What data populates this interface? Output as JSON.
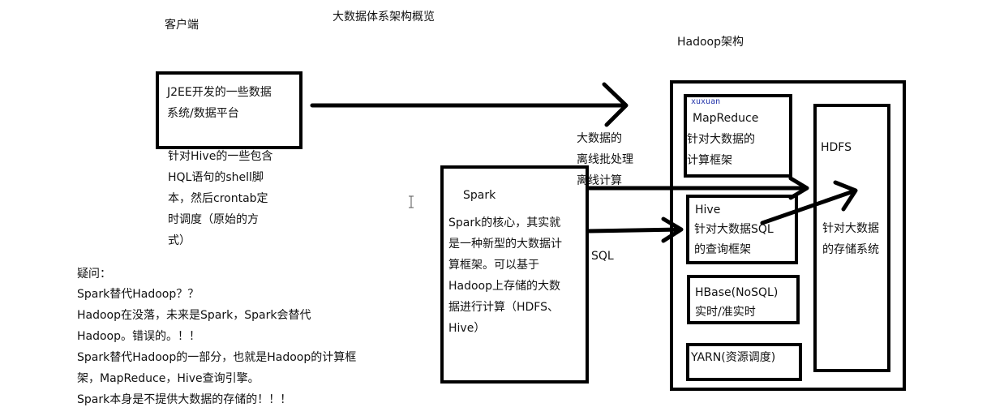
{
  "title": "大数据体系架构概览",
  "client_label": "客户端",
  "hadoop_label": "Hadoop架构",
  "client_box": [
    "J2EE开发的一些数据",
    "系统/数据平台"
  ],
  "hive_note": [
    "针对Hive的一些包含",
    "HQL语句的shell脚",
    "本，然后crontab定",
    "时调度（原始的方",
    "式）"
  ],
  "spark": {
    "title": "Spark",
    "lines": [
      "Spark的核心，其实就",
      "是一种新型的大数据计",
      "算框架。可以基于",
      "Hadoop上存储的大数",
      "据进行计算（HDFS、",
      "Hive）"
    ]
  },
  "offline_label": [
    "大数据的",
    "离线批处理",
    "离线计算"
  ],
  "sql_label": "SQL",
  "mapreduce": {
    "title": "MapReduce",
    "lines": [
      "针对大数据的",
      "计算框架"
    ]
  },
  "cursor_tag": "xuxuan",
  "hive": {
    "title": "Hive",
    "lines": [
      "针对大数据SQL",
      "的查询框架"
    ]
  },
  "hbase": {
    "title": "HBase(NoSQL)",
    "lines": [
      "实时/准实时"
    ]
  },
  "yarn": {
    "title": "YARN(资源调度)"
  },
  "hdfs": {
    "title": "HDFS",
    "lines": [
      "针对大数据",
      "的存储系统"
    ]
  },
  "questions": [
    "疑问：",
    "Spark替代Hadoop？？",
    "Hadoop在没落，未来是Spark，Spark会替代",
    "Hadoop。错误的。！！",
    "Spark替代Hadoop的一部分，也就是Hadoop的计算框",
    "架，MapReduce，Hive查询引擎。",
    "Spark本身是不提供大数据的存储的！！！"
  ]
}
